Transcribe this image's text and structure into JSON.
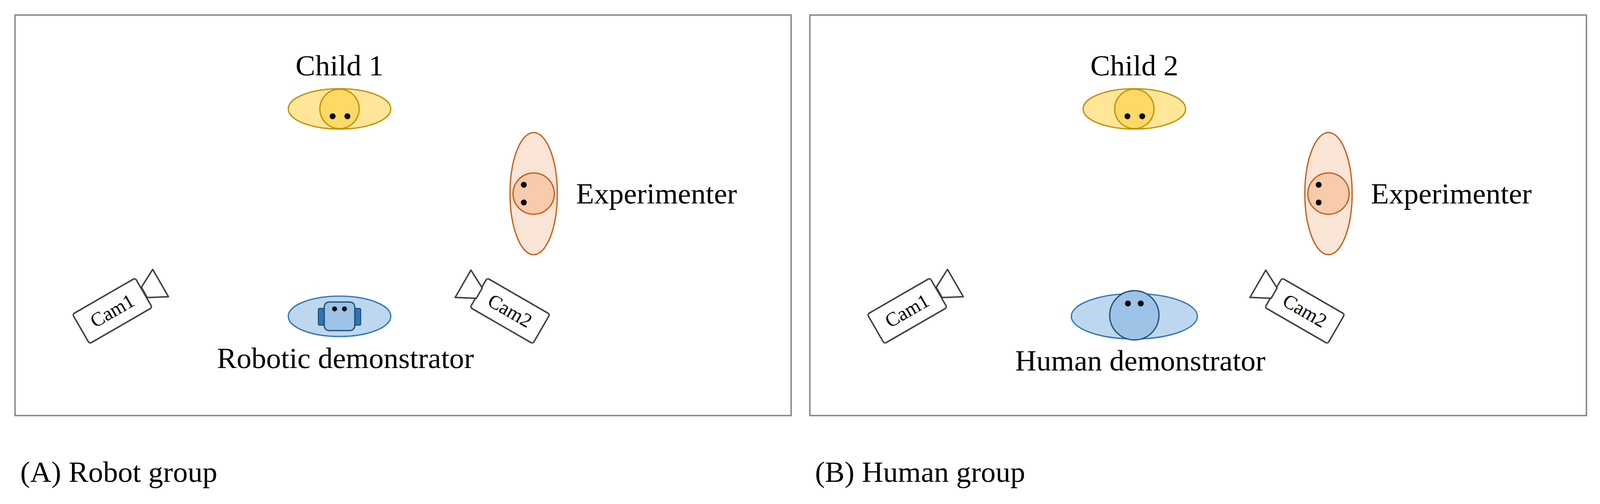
{
  "diagram": {
    "nodes": [
      {
        "text": [
          "(A) Robot group"
        ]
      },
      {
        "text": [
          "Child 1"
        ],
        "in": 0
      },
      {
        "text": [
          "Experimenter"
        ],
        "in": 0
      },
      {
        "text": [
          "Cam1"
        ],
        "in": 0
      },
      {
        "text": [
          "Robotic demonstrator"
        ],
        "in": 0
      },
      {
        "text": [
          "Cam2"
        ],
        "in": 0
      },
      {
        "text": [
          "(B) Human group"
        ]
      },
      {
        "text": [
          "Child 2"
        ],
        "in": 6
      },
      {
        "text": [
          "Experimenter"
        ],
        "in": 6
      },
      {
        "text": [
          "Cam1"
        ],
        "in": 6
      },
      {
        "text": [
          "Human demonstrator"
        ],
        "in": 6
      },
      {
        "text": [
          "Cam2"
        ],
        "in": 6
      }
    ]
  }
}
